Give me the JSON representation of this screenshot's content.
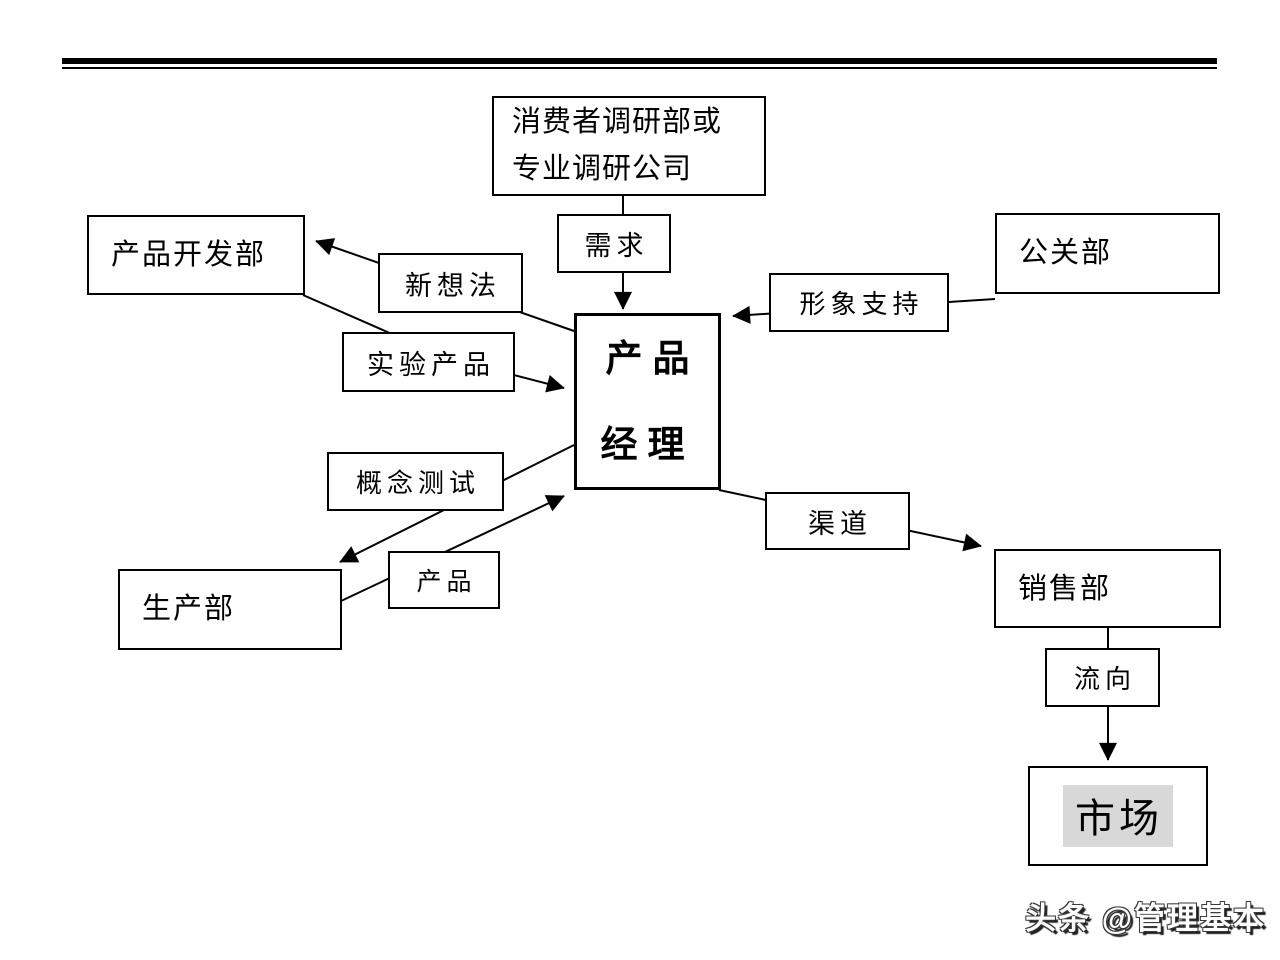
{
  "page": {
    "watermark": "头条 @管理基本"
  },
  "diagram": {
    "colors": {
      "line": "#000000",
      "box_border": "#000000",
      "box_fill": "#ffffff",
      "market_highlight": "#d8d8d8",
      "header_rule": "#000000"
    },
    "nodes": {
      "consumer_research": {
        "label": "消费者调研部或\n专业调研公司"
      },
      "demand": {
        "label": "需求"
      },
      "product_dev": {
        "label": "产品开发部"
      },
      "new_ideas": {
        "label": "新想法"
      },
      "experimental_product": {
        "label": "实验产品"
      },
      "product_manager": {
        "label": "产品\n经理"
      },
      "pr_dept": {
        "label": "公关部"
      },
      "image_support": {
        "label": "形象支持"
      },
      "concept_test": {
        "label": "概念测试"
      },
      "production_dept": {
        "label": "生产部"
      },
      "product": {
        "label": "产品"
      },
      "channel": {
        "label": "渠道"
      },
      "sales_dept": {
        "label": "销售部"
      },
      "flow_direction": {
        "label": "流向"
      },
      "market": {
        "label": "市场"
      }
    },
    "edges": [
      {
        "from": "consumer_research",
        "via": "demand",
        "to": "product_manager",
        "arrow": true
      },
      {
        "from": "product_manager",
        "via": "new_ideas",
        "to": "product_dev",
        "arrow": true
      },
      {
        "from": "product_dev",
        "via": "experimental_product",
        "to": "product_manager",
        "arrow": true
      },
      {
        "from": "pr_dept",
        "via": "image_support",
        "to": "product_manager",
        "arrow": true
      },
      {
        "from": "product_manager",
        "via": "concept_test",
        "to": "production_dept",
        "arrow": true
      },
      {
        "from": "production_dept",
        "via": "product",
        "to": "product_manager",
        "arrow": true
      },
      {
        "from": "product_manager",
        "via": "channel",
        "to": "sales_dept",
        "arrow": true
      },
      {
        "from": "sales_dept",
        "via": "flow_direction",
        "to": "market",
        "arrow": true
      }
    ]
  }
}
